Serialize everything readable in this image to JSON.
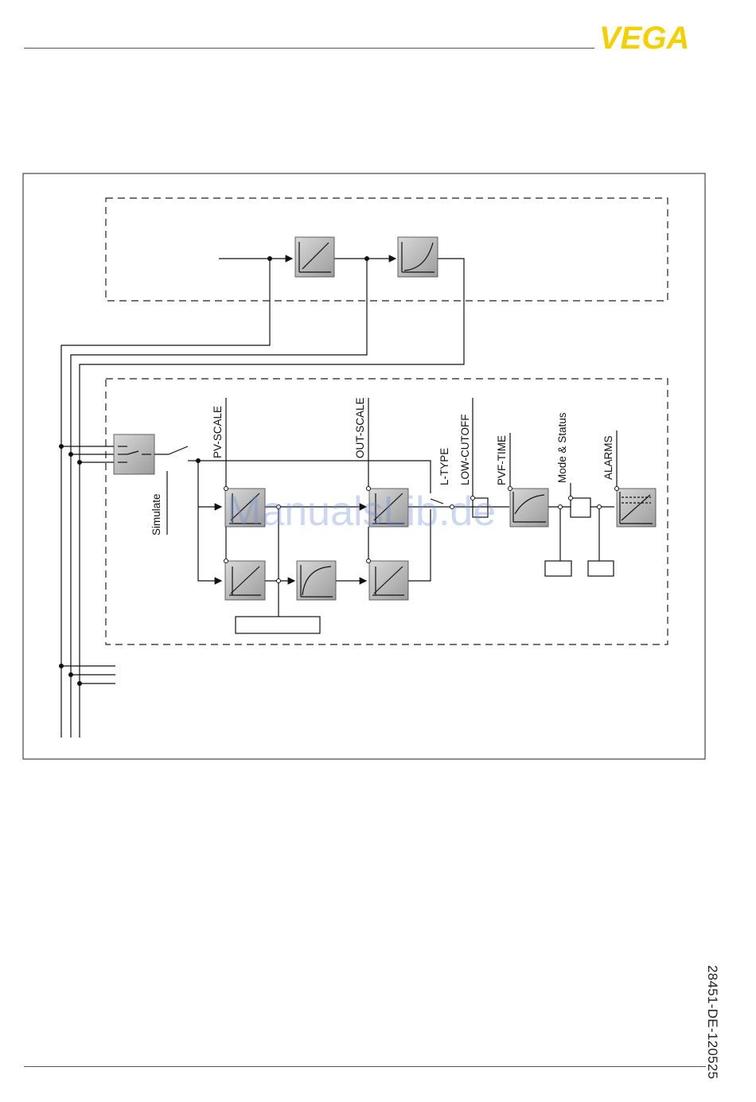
{
  "header": {
    "logo_text": "VEGA",
    "logo_color": "#f5d000"
  },
  "footer": {
    "document_id": "28451-DE-120525"
  },
  "diagram": {
    "labels": {
      "pv_scale": "PV-SCALE",
      "out_scale": "OUT-SCALE",
      "l_type": "L-TYPE",
      "low_cutoff": "LOW-CUTOFF",
      "pvf_time": "PVF-TIME",
      "mode_status": "Mode & Status",
      "alarms": "ALARMS",
      "simulate": "Simulate"
    },
    "watermark": "ManualsLib.de"
  }
}
